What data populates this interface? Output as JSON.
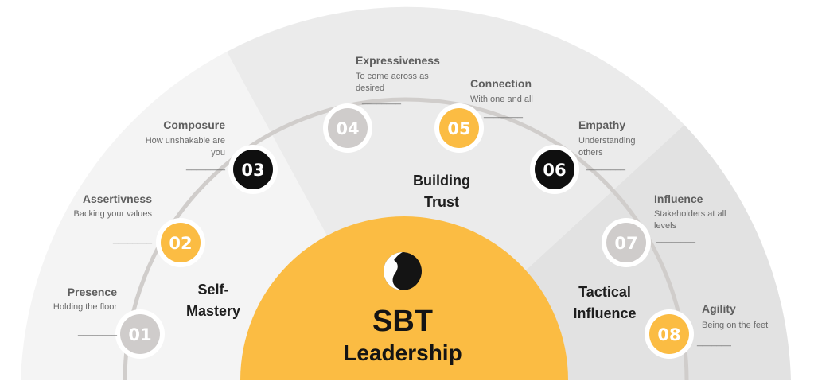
{
  "center": {
    "line1": "SBT",
    "line2": "Leadership",
    "logo_icon": "yin-yang-face-icon"
  },
  "groups": [
    {
      "id": "self-mastery",
      "line1": "Self-",
      "line2": "Mastery"
    },
    {
      "id": "building-trust",
      "line1": "Building",
      "line2": "Trust"
    },
    {
      "id": "tactical-influence",
      "line1": "Tactical",
      "line2": "Influence"
    }
  ],
  "nodes": [
    {
      "num": "01",
      "title": "Presence",
      "desc": [
        "Holding the floor"
      ],
      "dash": "________"
    },
    {
      "num": "02",
      "title": "Assertivness",
      "desc": [
        "Backing your values"
      ],
      "dash": "________"
    },
    {
      "num": "03",
      "title": "Composure",
      "desc": [
        "How unshakable are",
        "you"
      ],
      "dash": "________"
    },
    {
      "num": "04",
      "title": "Expressiveness",
      "desc": [
        "To come across as",
        "desired"
      ],
      "dash": "________"
    },
    {
      "num": "05",
      "title": "Connection",
      "desc": [
        "With one and all"
      ],
      "dash": "________"
    },
    {
      "num": "06",
      "title": "Empathy",
      "desc": [
        "Understanding",
        "others"
      ],
      "dash": "________"
    },
    {
      "num": "07",
      "title": "Influence",
      "desc": [
        "Stakeholders at all",
        "levels"
      ],
      "dash": "________"
    },
    {
      "num": "08",
      "title": "Agility",
      "desc": [
        "Being on the feet"
      ],
      "dash": "_______"
    }
  ],
  "colors": {
    "yellow": "#fbbc43",
    "black": "#0f0f0f",
    "gray": "#cfcccb",
    "ring": "#ffffff",
    "arc": "#d0cdcb"
  }
}
